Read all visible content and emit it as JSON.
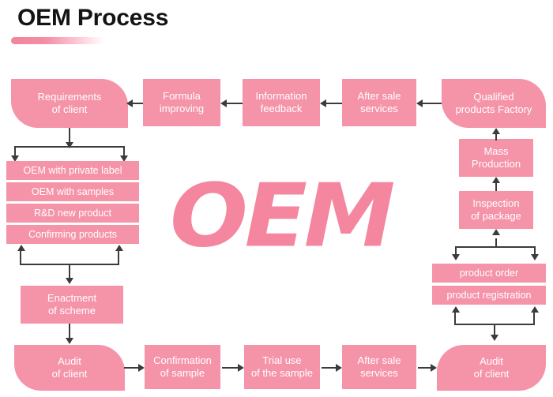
{
  "header": {
    "title": "OEM Process",
    "rule": "gradient-rule"
  },
  "watermark": {
    "text": "OEM"
  },
  "colors": {
    "box_fill": "#f593a9",
    "box_text": "#ffffff",
    "title_text": "#141414",
    "connector": "#3b3b3b",
    "watermark": "#f4869f",
    "background": "#ffffff"
  },
  "chart_data": {
    "type": "diagram",
    "title": "OEM Process",
    "nodes": [
      {
        "id": "requirements-of-client",
        "label": "Requirements of client",
        "line1": "Requirements",
        "line2": "of client",
        "row": "top",
        "shape": "rounded-tr-bl"
      },
      {
        "id": "formula-improving",
        "label": "Formula improving",
        "line1": "Formula",
        "line2": "improving",
        "row": "top",
        "shape": "rect"
      },
      {
        "id": "information-feedback",
        "label": "Information feedback",
        "line1": "Information",
        "line2": "feedback",
        "row": "top",
        "shape": "rect"
      },
      {
        "id": "after-sale-services-top",
        "label": "After sale services",
        "line1": "After sale",
        "line2": "services",
        "row": "top",
        "shape": "rect"
      },
      {
        "id": "qualified-products-factory",
        "label": "Qualified products Factory",
        "line1": "Qualified",
        "line2": "products Factory",
        "row": "top",
        "shape": "rounded-tr-bl"
      },
      {
        "id": "oem-with-private-label",
        "label": "OEM with private label",
        "row": "left-stack",
        "shape": "rect"
      },
      {
        "id": "oem-with-samples",
        "label": "OEM with samples",
        "row": "left-stack",
        "shape": "rect"
      },
      {
        "id": "rd-new-product",
        "label": "R&D new product",
        "row": "left-stack",
        "shape": "rect"
      },
      {
        "id": "confirming-products",
        "label": "Confirming products",
        "row": "left-stack",
        "shape": "rect"
      },
      {
        "id": "enactment-of-scheme",
        "label": "Enactment of scheme",
        "line1": "Enactment",
        "line2": "of scheme",
        "row": "left",
        "shape": "rect"
      },
      {
        "id": "mass-production",
        "label": "Mass Production",
        "line1": "Mass",
        "line2": "Production",
        "row": "right",
        "shape": "rect"
      },
      {
        "id": "inspection-of-package",
        "label": "Inspection of package",
        "line1": "Inspection",
        "line2": "of package",
        "row": "right",
        "shape": "rect"
      },
      {
        "id": "product-order",
        "label": "product order",
        "row": "right-stack",
        "shape": "rect"
      },
      {
        "id": "product-registration",
        "label": "product registration",
        "row": "right-stack",
        "shape": "rect"
      },
      {
        "id": "audit-of-client-left",
        "label": "Audit of client",
        "line1": "Audit",
        "line2": "of client",
        "row": "bottom",
        "shape": "rounded-tr-bl"
      },
      {
        "id": "confirmation-of-sample",
        "label": "Confirmation of sample",
        "line1": "Confirmation",
        "line2": "of sample",
        "row": "bottom",
        "shape": "rect"
      },
      {
        "id": "trial-use-of-the-sample",
        "label": "Trial use of the sample",
        "line1": "Trial use",
        "line2": "of the sample",
        "row": "bottom",
        "shape": "rect"
      },
      {
        "id": "after-sale-services-bottom",
        "label": "After sale services",
        "line1": "After sale",
        "line2": "services",
        "row": "bottom",
        "shape": "rect"
      },
      {
        "id": "audit-of-client-right",
        "label": "Audit of client",
        "line1": "Audit",
        "line2": "of client",
        "row": "bottom",
        "shape": "rounded-tl-br"
      }
    ],
    "edges": [
      {
        "from": "formula-improving",
        "to": "requirements-of-client",
        "dir": "left"
      },
      {
        "from": "information-feedback",
        "to": "formula-improving",
        "dir": "left"
      },
      {
        "from": "after-sale-services-top",
        "to": "information-feedback",
        "dir": "left"
      },
      {
        "from": "qualified-products-factory",
        "to": "after-sale-services-top",
        "dir": "left"
      },
      {
        "from": "requirements-of-client",
        "to": "oem-with-private-label",
        "dir": "down-split"
      },
      {
        "from": "confirming-products",
        "to": "enactment-of-scheme",
        "dir": "down-merge"
      },
      {
        "from": "enactment-of-scheme",
        "to": "audit-of-client-left",
        "dir": "down"
      },
      {
        "from": "audit-of-client-left",
        "to": "confirmation-of-sample",
        "dir": "right"
      },
      {
        "from": "confirmation-of-sample",
        "to": "trial-use-of-the-sample",
        "dir": "right"
      },
      {
        "from": "trial-use-of-the-sample",
        "to": "after-sale-services-bottom",
        "dir": "right"
      },
      {
        "from": "after-sale-services-bottom",
        "to": "audit-of-client-right",
        "dir": "right"
      },
      {
        "from": "audit-of-client-right",
        "to": "product-registration",
        "dir": "up-split"
      },
      {
        "from": "product-order",
        "to": "inspection-of-package",
        "dir": "up-merge"
      },
      {
        "from": "inspection-of-package",
        "to": "mass-production",
        "dir": "up"
      },
      {
        "from": "mass-production",
        "to": "qualified-products-factory",
        "dir": "up"
      }
    ]
  }
}
